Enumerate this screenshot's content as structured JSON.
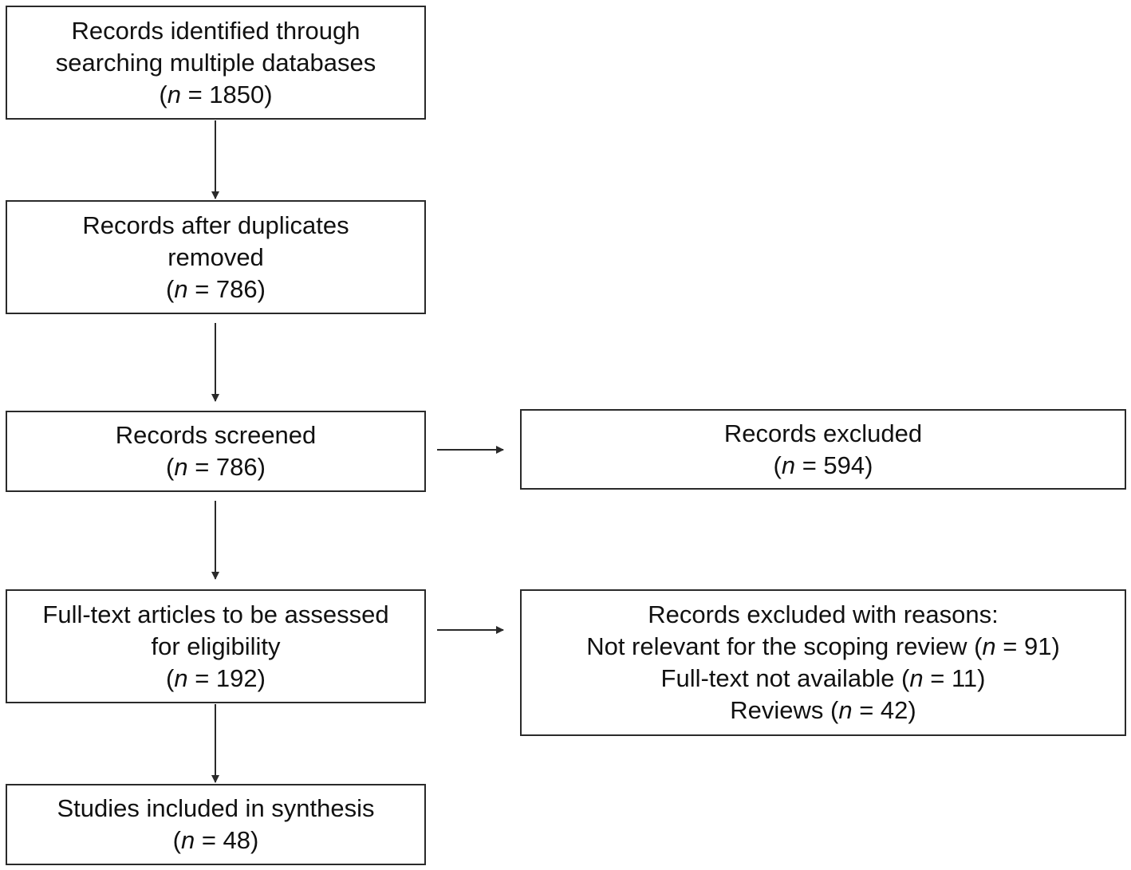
{
  "boxes": {
    "identified": {
      "line1": "Records identified through",
      "line2": "searching multiple databases",
      "n_prefix": "(",
      "n_symbol": "n",
      "n_suffix": " = 1850)"
    },
    "after_duplicates": {
      "line1": "Records after duplicates",
      "line2": "removed",
      "n_prefix": "(",
      "n_symbol": "n",
      "n_suffix": " = 786)"
    },
    "screened": {
      "line1": "Records screened",
      "n_prefix": "(",
      "n_symbol": "n",
      "n_suffix": " = 786)"
    },
    "excluded": {
      "line1": "Records excluded",
      "n_prefix": "(",
      "n_symbol": "n",
      "n_suffix": " = 594)"
    },
    "full_text": {
      "line1": "Full-text articles to be assessed",
      "line2": "for eligibility",
      "n_prefix": "(",
      "n_symbol": "n",
      "n_suffix": " = 192)"
    },
    "excluded_reasons": {
      "line1": "Records excluded with reasons:",
      "reason1_text": "Not relevant for the scoping review (",
      "reason1_symbol": "n",
      "reason1_value": " = 91)",
      "reason2_text": "Full-text not available (",
      "reason2_symbol": "n",
      "reason2_value": " = 11)",
      "reason3_text": "Reviews (",
      "reason3_symbol": "n",
      "reason3_value": " = 42)"
    },
    "included": {
      "line1": "Studies included in synthesis",
      "n_prefix": "(",
      "n_symbol": "n",
      "n_suffix": " = 48)"
    }
  },
  "colors": {
    "stroke": "#2a2a2a",
    "text": "#111111",
    "background": "#ffffff"
  }
}
